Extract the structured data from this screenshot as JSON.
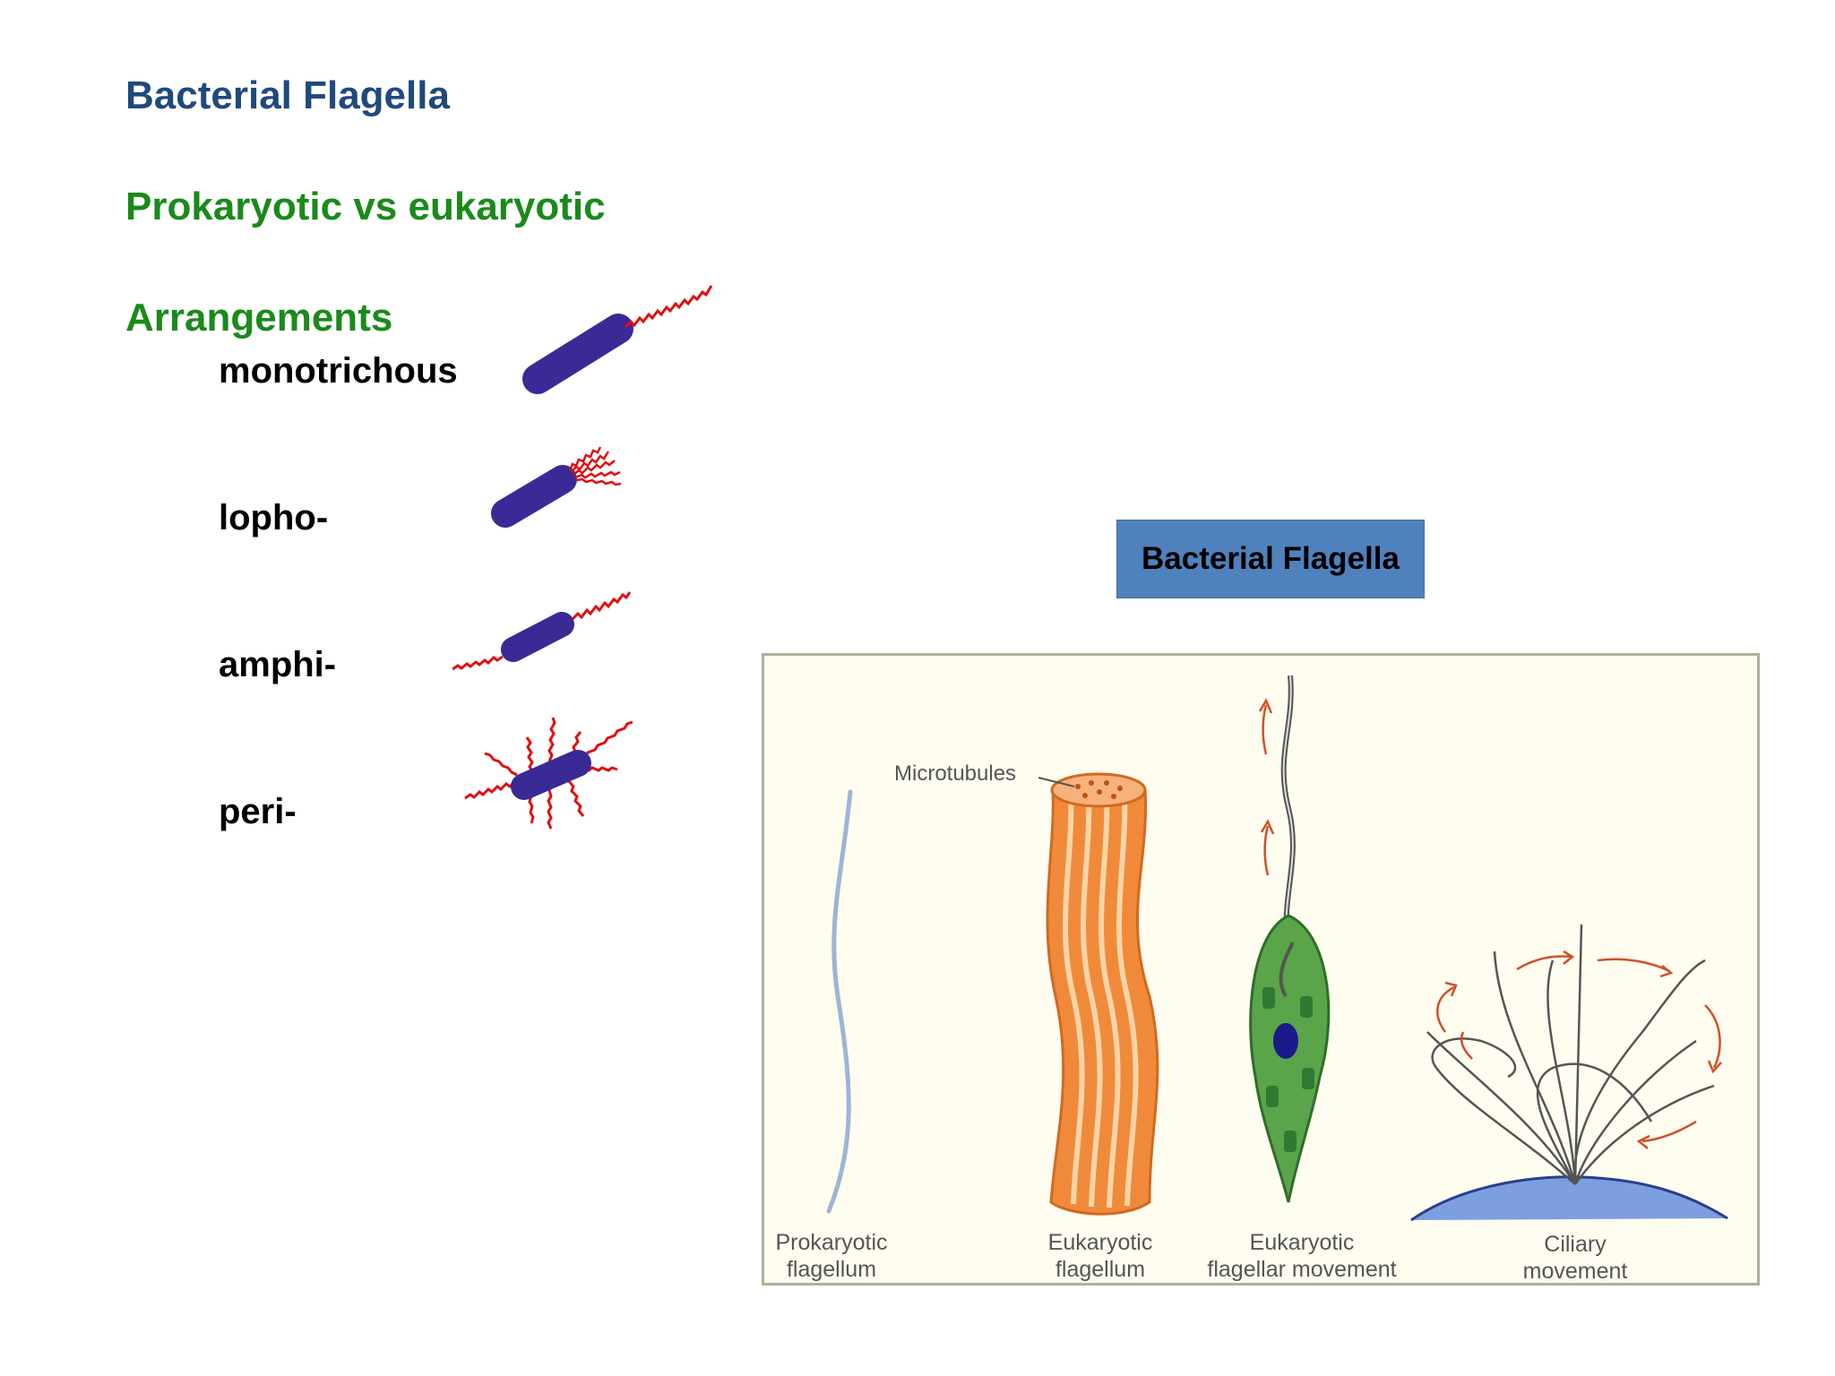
{
  "slide": {
    "title": "Bacterial Flagella",
    "subtitle": "Prokaryotic vs eukaryotic",
    "arrangements_heading": "Arrangements",
    "arrangements": [
      {
        "label": "monotrichous"
      },
      {
        "label": "lopho-"
      },
      {
        "label": "amphi-"
      },
      {
        "label": "peri-"
      }
    ]
  },
  "label_box": {
    "text": "Bacterial Flagella",
    "color": "#4f81bd"
  },
  "figure": {
    "microtubules_label": "Microtubules",
    "captions": [
      {
        "line1": "Prokaryotic",
        "line2": "flagellum"
      },
      {
        "line1": "Eukaryotic",
        "line2": "flagellum"
      },
      {
        "line1": "Eukaryotic",
        "line2": "flagellar movement"
      },
      {
        "line1": "Ciliary",
        "line2": "movement"
      }
    ]
  },
  "colors": {
    "bacterium": "#3a2a96",
    "flagellum_red": "#e01010",
    "title": "#1f497d",
    "heading_green": "#1a8a1a"
  }
}
